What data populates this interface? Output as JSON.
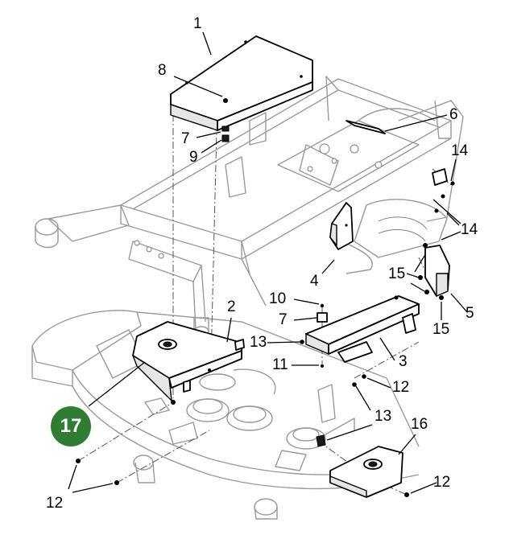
{
  "callouts": [
    {
      "id": "c1",
      "text": "1"
    },
    {
      "id": "c2",
      "text": "2"
    },
    {
      "id": "c3",
      "text": "3"
    },
    {
      "id": "c4",
      "text": "4"
    },
    {
      "id": "c5",
      "text": "5"
    },
    {
      "id": "c6",
      "text": "6"
    },
    {
      "id": "c7a",
      "text": "7"
    },
    {
      "id": "c7b",
      "text": "7"
    },
    {
      "id": "c8",
      "text": "8"
    },
    {
      "id": "c9",
      "text": "9"
    },
    {
      "id": "c10",
      "text": "10"
    },
    {
      "id": "c11",
      "text": "11"
    },
    {
      "id": "c12a",
      "text": "12"
    },
    {
      "id": "c12b",
      "text": "12"
    },
    {
      "id": "c12c",
      "text": "12"
    },
    {
      "id": "c13a",
      "text": "13"
    },
    {
      "id": "c13b",
      "text": "13"
    },
    {
      "id": "c14a",
      "text": "14"
    },
    {
      "id": "c14b",
      "text": "14"
    },
    {
      "id": "c15a",
      "text": "15"
    },
    {
      "id": "c15b",
      "text": "15"
    },
    {
      "id": "c16",
      "text": "16"
    }
  ],
  "badge": {
    "text": "17",
    "color": "#2e7d32"
  }
}
